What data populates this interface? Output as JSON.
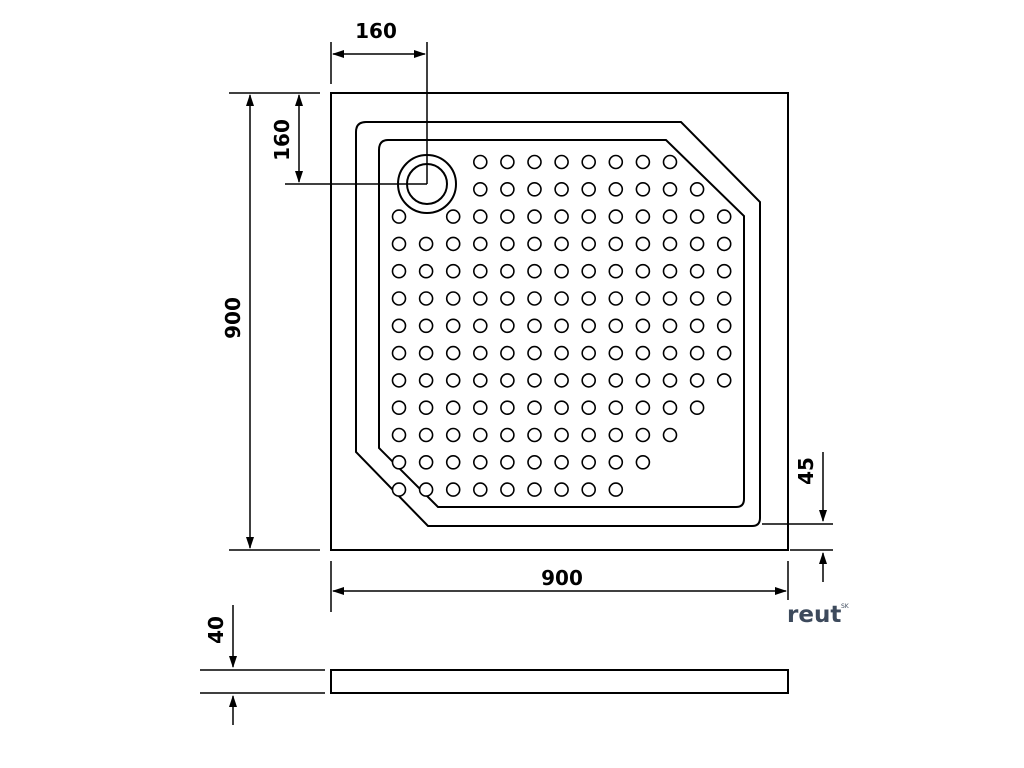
{
  "dimensions": {
    "drain_offset_x": "160",
    "drain_offset_y": "160",
    "tray_depth": "900",
    "tray_width": "900",
    "corner_offset": "45",
    "tray_height": "40"
  },
  "brand": {
    "name": "reut",
    "suffix": "SK",
    "color": "#3d4a5c"
  }
}
